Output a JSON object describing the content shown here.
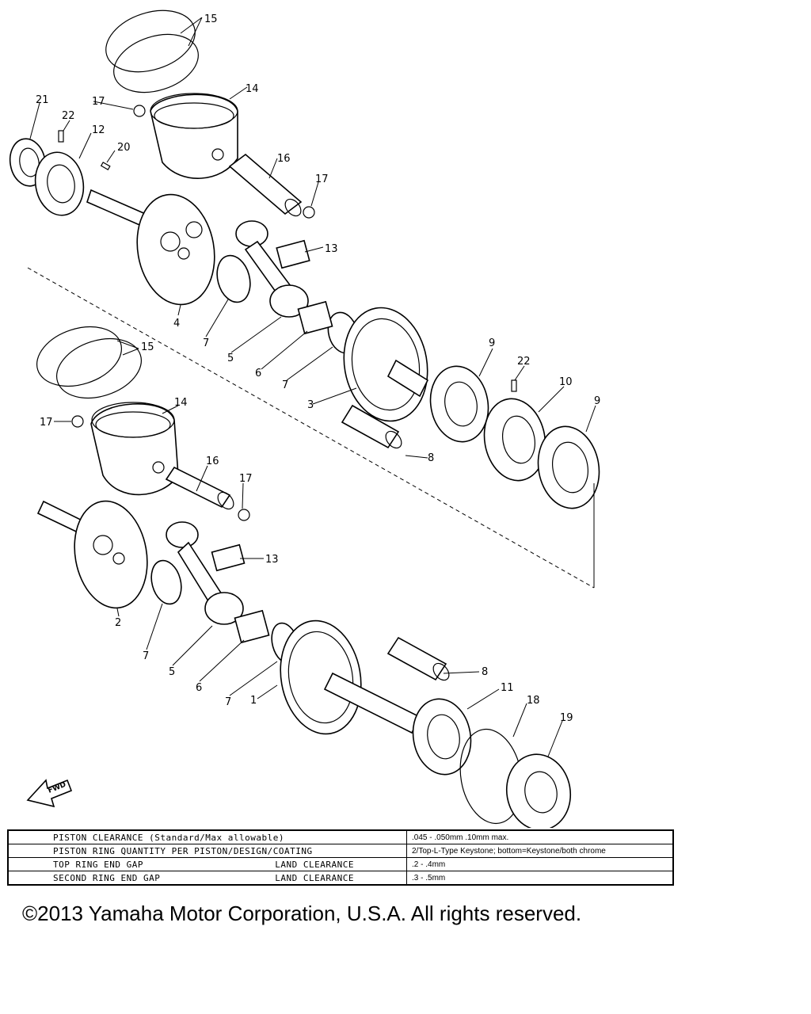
{
  "fwd_label": "FWD",
  "callouts": [
    {
      "id": "15a",
      "text": "15"
    },
    {
      "id": "14a",
      "text": "14"
    },
    {
      "id": "21",
      "text": "21"
    },
    {
      "id": "17a",
      "text": "17"
    },
    {
      "id": "22a",
      "text": "22"
    },
    {
      "id": "12",
      "text": "12"
    },
    {
      "id": "20",
      "text": "20"
    },
    {
      "id": "16a",
      "text": "16"
    },
    {
      "id": "17b",
      "text": "17"
    },
    {
      "id": "13a",
      "text": "13"
    },
    {
      "id": "4",
      "text": "4"
    },
    {
      "id": "7a",
      "text": "7"
    },
    {
      "id": "5a",
      "text": "5"
    },
    {
      "id": "6a",
      "text": "6"
    },
    {
      "id": "7b",
      "text": "7"
    },
    {
      "id": "3",
      "text": "3"
    },
    {
      "id": "9a",
      "text": "9"
    },
    {
      "id": "22b",
      "text": "22"
    },
    {
      "id": "10",
      "text": "10"
    },
    {
      "id": "9b",
      "text": "9"
    },
    {
      "id": "8a",
      "text": "8"
    },
    {
      "id": "15b",
      "text": "15"
    },
    {
      "id": "17c",
      "text": "17"
    },
    {
      "id": "14b",
      "text": "14"
    },
    {
      "id": "16b",
      "text": "16"
    },
    {
      "id": "17d",
      "text": "17"
    },
    {
      "id": "13b",
      "text": "13"
    },
    {
      "id": "2",
      "text": "2"
    },
    {
      "id": "7c",
      "text": "7"
    },
    {
      "id": "5b",
      "text": "5"
    },
    {
      "id": "6b",
      "text": "6"
    },
    {
      "id": "7d",
      "text": "7"
    },
    {
      "id": "8b",
      "text": "8"
    },
    {
      "id": "1",
      "text": "1"
    },
    {
      "id": "11",
      "text": "11"
    },
    {
      "id": "18",
      "text": "18"
    },
    {
      "id": "19",
      "text": "19"
    }
  ],
  "spec_table": {
    "rows": [
      {
        "label_left": "PISTON CLEARANCE (Standard/Max allowable)",
        "label_right": "",
        "value": ".045 - .050mm        .10mm max."
      },
      {
        "label_left": "PISTON RING QUANTITY PER PISTON/DESIGN/COATING",
        "label_right": "",
        "value": "2/Top-L-Type Keystone; bottom=Keystone/both chrome"
      },
      {
        "label_left": "TOP RING END GAP",
        "label_right": "LAND CLEARANCE",
        "value": ".2 - .4mm"
      },
      {
        "label_left": "SECOND RING END GAP",
        "label_right": "LAND CLEARANCE",
        "value": ".3 - .5mm"
      }
    ]
  },
  "copyright": "©2013 Yamaha Motor Corporation, U.S.A. All rights reserved."
}
